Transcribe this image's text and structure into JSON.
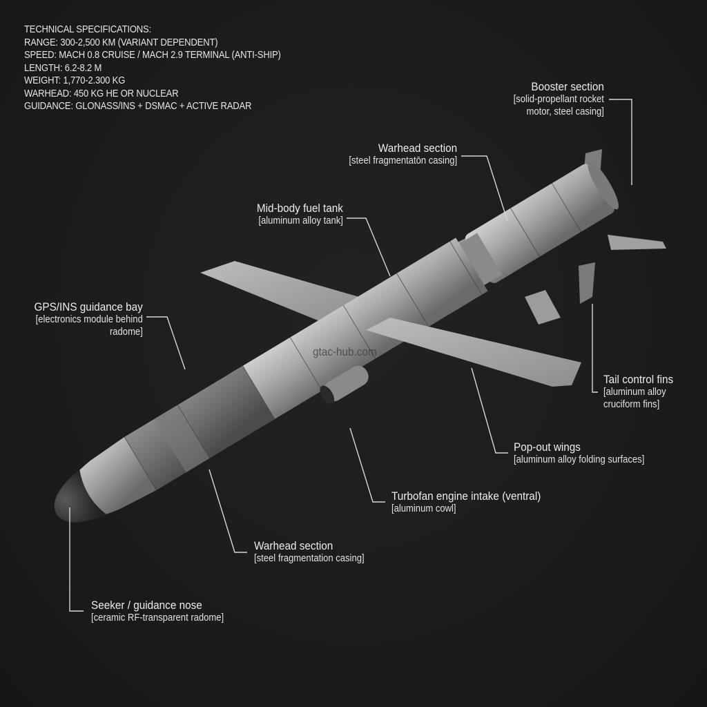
{
  "specs": {
    "heading": "TECHNICAL SPECIFICATIONS:",
    "lines": [
      "RANGE: 300-2,500 KM (VARIANT DEPENDENT)",
      "SPEED: MACH 0.8 CRUISE / MACH 2.9 TERMINAL (ANTI-SHIP)",
      "LENGTH: 6.2-8.2 M",
      "WEIGHT: 1,770-2.300 KG",
      "WARHEAD: 450 KG HE OR NUCLEAR",
      "GUIDANCE: GLONASS/INS + DSMAC + ACTIVE RADAR"
    ]
  },
  "callouts": {
    "booster": {
      "title": "Booster section",
      "sub_line1": "[solid-propellant rocket",
      "sub_line2": "motor, steel casing]"
    },
    "warhead_upper": {
      "title": "Warhead section",
      "sub": "[steel fragmentatōn casing]"
    },
    "fuel_tank": {
      "title": "Mid-body fuel tank",
      "sub": "[aluminum alloy tank]"
    },
    "guidance_bay": {
      "title": "GPS/INS guidance bay",
      "sub_line1": "[electronics module behind",
      "sub_line2": "radome]"
    },
    "tail_fins": {
      "title": "Tail control fins",
      "sub_line1": "[aluminum alloy",
      "sub_line2": "cruciform fins]"
    },
    "wings": {
      "title": "Pop-out wings",
      "sub": "[aluminum alloy folding surfaces]"
    },
    "intake": {
      "title": "Turbofan engine intake (ventral)",
      "sub": "[aluminum cowl]"
    },
    "warhead_lower": {
      "title": "Warhead section",
      "sub": "[steel fragmentation casing]"
    },
    "seeker": {
      "title": "Seeker / guidance nose",
      "sub": "[ceramic RF-transparent radome]"
    }
  },
  "watermark": "gtac-hub.com",
  "colors": {
    "background": "#1b1b1b",
    "text": "#e8e8e8",
    "leader_line": "#d8d8d8",
    "missile_body": "#a9a9a9",
    "radome": "#3a3a3a"
  }
}
